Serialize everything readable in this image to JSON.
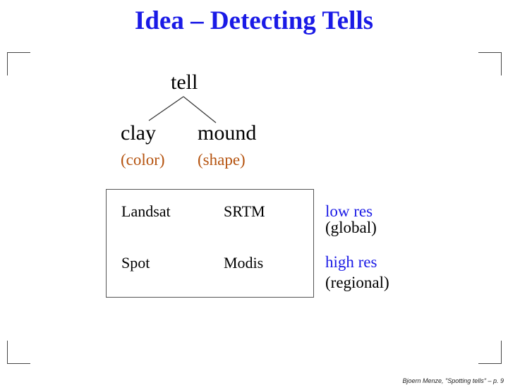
{
  "slide": {
    "title": "Idea – Detecting Tells",
    "title_color": "#1a1ae6"
  },
  "tree": {
    "root": "tell",
    "children": [
      {
        "label": "clay",
        "note": "(color)"
      },
      {
        "label": "mound",
        "note": "(shape)"
      }
    ],
    "note_color": "#b5530f"
  },
  "sensors": {
    "rows": [
      {
        "left": "Landsat",
        "right": "SRTM",
        "res": "low res",
        "scope": "(global)"
      },
      {
        "left": "Spot",
        "right": "Modis",
        "res": "high res",
        "scope": "(regional)"
      }
    ]
  },
  "footer": {
    "text": "Bjoern Menze, \"Spotting tells\" – p. 9"
  }
}
